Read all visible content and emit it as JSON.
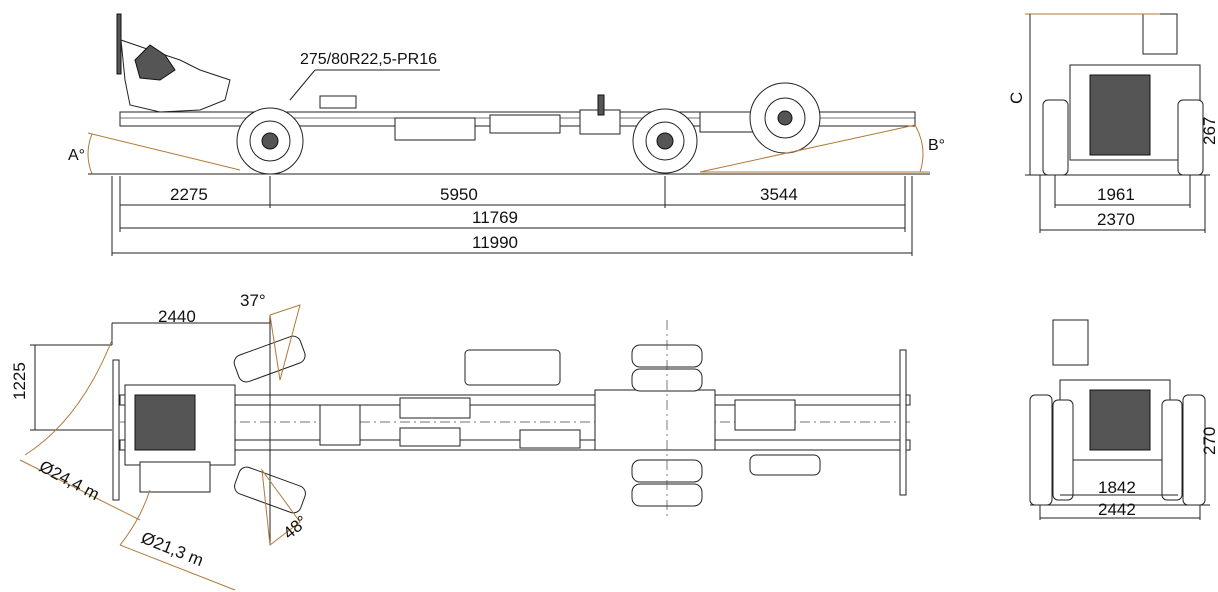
{
  "side_view": {
    "tire_spec": "275/80R22,5-PR16",
    "approach_angle": "A°",
    "departure_angle": "B°",
    "front_overhang": "2275",
    "wheelbase": "5950",
    "rear_overhang": "3544",
    "frame_length": "11769",
    "overall_length": "11990"
  },
  "top_view": {
    "steer_offset": "2440",
    "steer_angle_inner": "37°",
    "steer_angle_outer": "48°",
    "lateral_offset": "1225",
    "outer_turn_diameter": "Ø24,4 m",
    "inner_turn_diameter": "Ø21,3 m"
  },
  "front_view": {
    "height_label": "C",
    "track_front": "1961",
    "width_front": "2370",
    "ground_clearance_front": "267"
  },
  "rear_view": {
    "track_rear": "1842",
    "width_rear": "2442",
    "ground_clearance_rear": "270"
  }
}
